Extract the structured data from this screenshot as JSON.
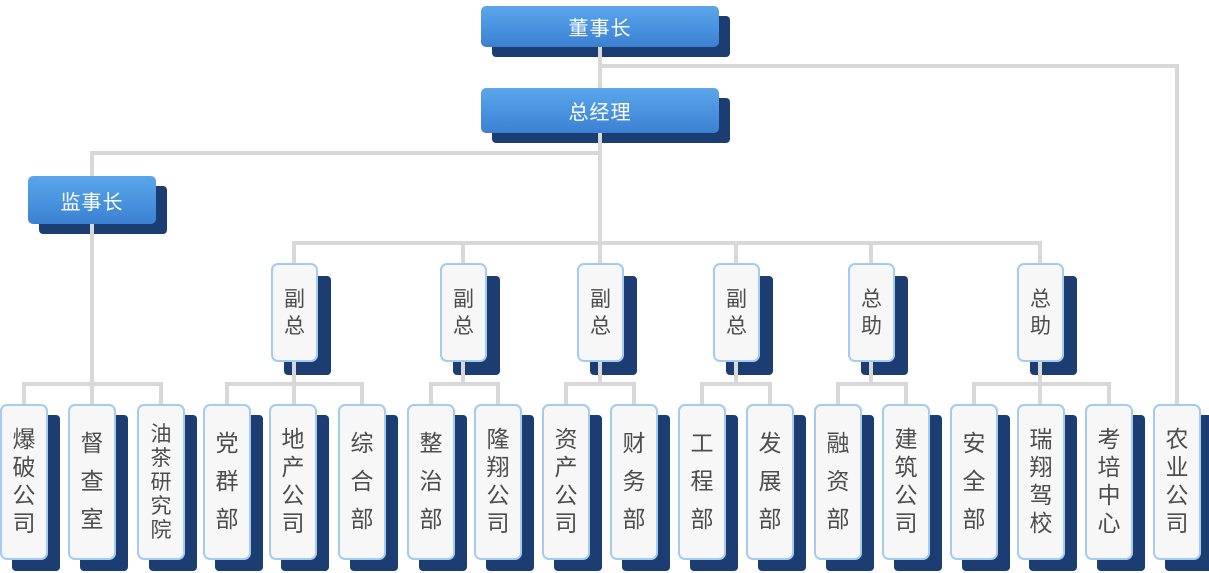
{
  "nodes": {
    "chairman": {
      "label": "董事长"
    },
    "general_manager": {
      "label": "总经理"
    },
    "supervisor": {
      "label": "监事长"
    },
    "middle": [
      {
        "label": "副总"
      },
      {
        "label": "副总"
      },
      {
        "label": "副总"
      },
      {
        "label": "副总"
      },
      {
        "label": "总助"
      },
      {
        "label": "总助"
      }
    ],
    "leaves": [
      {
        "label": "爆破公司"
      },
      {
        "label": "督查室"
      },
      {
        "label": "油茶研究院"
      },
      {
        "label": "党群部"
      },
      {
        "label": "地产公司"
      },
      {
        "label": "综合部"
      },
      {
        "label": "整治部"
      },
      {
        "label": "隆翔公司"
      },
      {
        "label": "资产公司"
      },
      {
        "label": "财务部"
      },
      {
        "label": "工程部"
      },
      {
        "label": "发展部"
      },
      {
        "label": "融资部"
      },
      {
        "label": "建筑公司"
      },
      {
        "label": "安全部"
      },
      {
        "label": "瑞翔驾校"
      },
      {
        "label": "考培中心"
      },
      {
        "label": "农业公司"
      }
    ]
  },
  "hierarchy": [
    {
      "parent": "董事长",
      "children": [
        "总经理",
        "农业公司"
      ]
    },
    {
      "parent": "总经理",
      "children": [
        "监事长",
        "副总(1)",
        "副总(2)",
        "副总(3)",
        "副总(4)",
        "总助(1)",
        "总助(2)"
      ]
    },
    {
      "parent": "监事长",
      "children": [
        "爆破公司",
        "督查室",
        "油茶研究院"
      ]
    },
    {
      "parent": "副总(1)",
      "children": [
        "党群部",
        "地产公司",
        "综合部"
      ]
    },
    {
      "parent": "副总(2)",
      "children": [
        "整治部",
        "隆翔公司"
      ]
    },
    {
      "parent": "副总(3)",
      "children": [
        "资产公司",
        "财务部"
      ]
    },
    {
      "parent": "副总(4)",
      "children": [
        "工程部",
        "发展部"
      ]
    },
    {
      "parent": "总助(1)",
      "children": [
        "融资部",
        "建筑公司"
      ]
    },
    {
      "parent": "总助(2)",
      "children": [
        "安全部",
        "瑞翔驾校",
        "考培中心"
      ]
    }
  ],
  "colors": {
    "node_blue_top": "#5ba6ea",
    "node_blue_bottom": "#3c80d2",
    "shadow_navy": "#1c3d72",
    "connector_gray": "#d8d8d8",
    "leaf_fill": "#f7f7f7",
    "leaf_border": "#a4cbf0",
    "leaf_text": "#4d4d4d",
    "blue_box_text": "#ffffff"
  }
}
